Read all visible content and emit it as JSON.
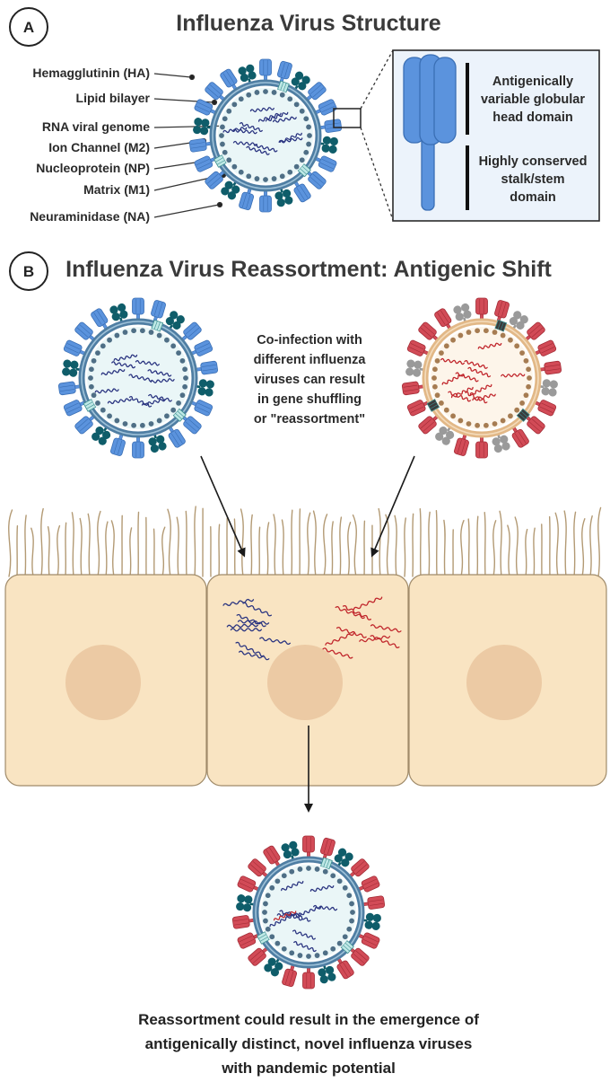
{
  "panel_a": {
    "badge": "A",
    "title": "Influenza Virus Structure",
    "labels": [
      "Hemagglutinin (HA)",
      "Lipid bilayer",
      "RNA viral genome",
      "Ion Channel (M2)",
      "Nucleoprotein (NP)",
      "Matrix (M1)",
      "Neuraminidase (NA)"
    ],
    "ha_inset": {
      "head_text": [
        "Antigenically",
        "variable globular",
        "head domain"
      ],
      "stalk_text": [
        "Highly conserved",
        "stalk/stem",
        "domain"
      ]
    }
  },
  "panel_b": {
    "badge": "B",
    "title": "Influenza Virus Reassortment: Antigenic Shift",
    "coinfection_text": [
      "Co-infection with",
      "different influenza",
      "viruses can result",
      "in gene shuffling",
      "or \"reassortment\""
    ],
    "bottom_caption": [
      "Reassortment could result in the emergence of",
      "antigenically distinct, novel influenza viruses",
      "with pandemic potential"
    ]
  },
  "colors": {
    "ha_blue": "#5b93dd",
    "ha_red": "#d24b57",
    "na_teal": "#0f5d6a",
    "na_gray": "#9a9a9a",
    "membrane_blue": "#4f7ea3",
    "membrane_tan": "#e2b887",
    "cell_fill": "#f9e4c2",
    "nucleus": "#eccaa4",
    "rna_blue": "#2a3480",
    "rna_red": "#c0252b"
  }
}
